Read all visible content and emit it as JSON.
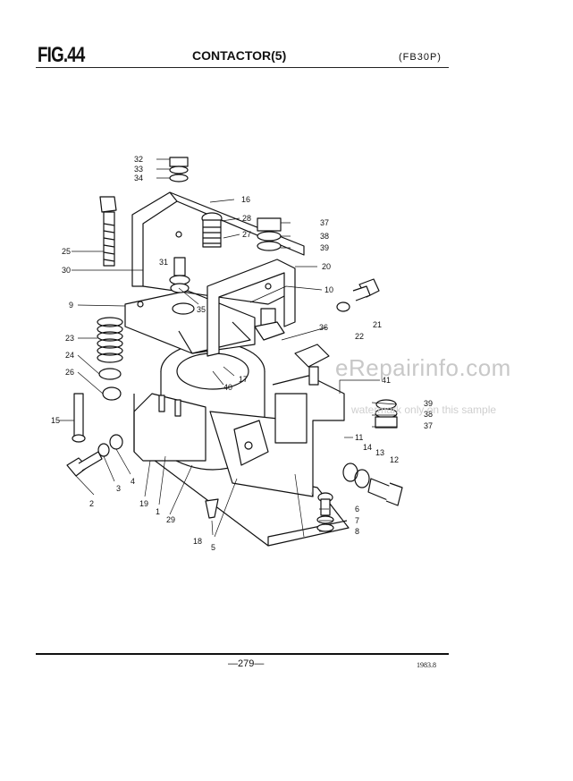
{
  "header": {
    "figure": "FIG.44",
    "title": "CONTACTOR(5)",
    "model": "(FB30P)"
  },
  "footer": {
    "page_number": "—279—",
    "date": "1983.8"
  },
  "watermark": {
    "site": "eRepairinfo.com",
    "note": "watermark only on this sample"
  },
  "callouts": {
    "c1": "1",
    "c2": "2",
    "c3": "3",
    "c4": "4",
    "c5": "5",
    "c6": "6",
    "c7": "7",
    "c8": "8",
    "c9": "9",
    "c10": "10",
    "c11": "11",
    "c12": "12",
    "c13": "13",
    "c14": "14",
    "c15": "15",
    "c16": "16",
    "c17": "17",
    "c18": "18",
    "c19": "19",
    "c20": "20",
    "c21": "21",
    "c22": "22",
    "c23": "23",
    "c24": "24",
    "c25": "25",
    "c26": "26",
    "c27": "27",
    "c28": "28",
    "c29": "29",
    "c30": "30",
    "c31": "31",
    "c32": "32",
    "c33": "33",
    "c34": "34",
    "c35": "35",
    "c36": "36",
    "c37a": "37",
    "c38a": "38",
    "c39a": "39",
    "c37b": "37",
    "c38b": "38",
    "c39b": "39",
    "c40": "40",
    "c41": "41"
  }
}
